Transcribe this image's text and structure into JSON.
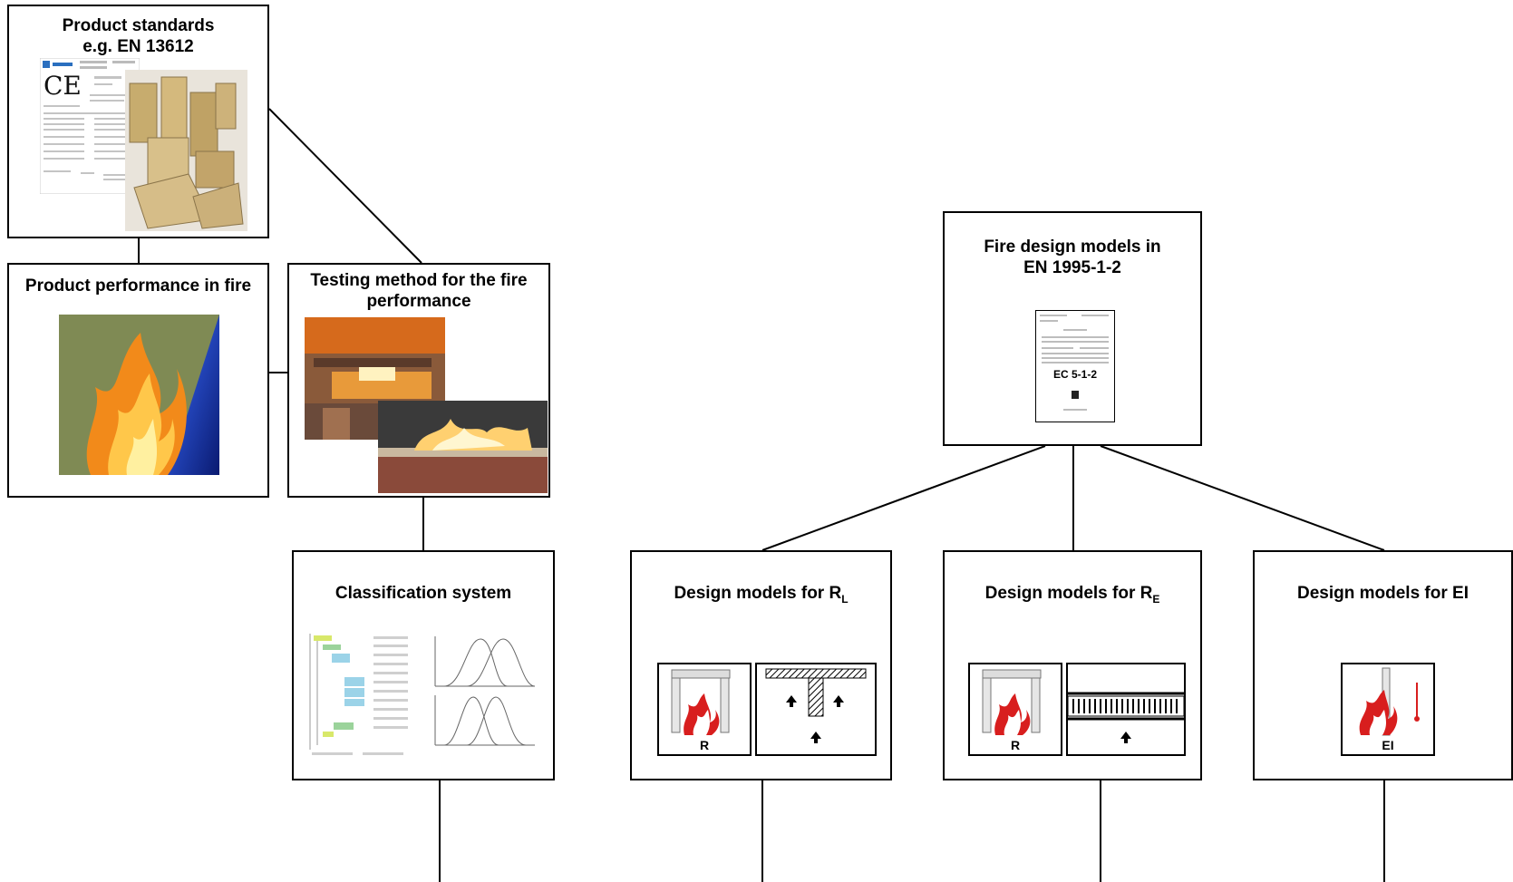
{
  "product_standards": {
    "title_line1": "Product standards",
    "title_line2": "e.g. EN 13612"
  },
  "product_performance": {
    "title": "Product performance in fire"
  },
  "testing_method": {
    "title_line1": "Testing method for the fire",
    "title_line2": "performance"
  },
  "classification": {
    "title": "Classification system"
  },
  "fire_design_models": {
    "title_line1": "Fire design models in",
    "title_line2": "EN 1995-1-2",
    "doc_label": "EC 5-1-2"
  },
  "design_rl": {
    "title_prefix": "Design models for R",
    "title_sub": "L",
    "icon_label": "R"
  },
  "design_re": {
    "title_prefix": "Design models for R",
    "title_sub": "E",
    "icon_label": "R"
  },
  "design_ei": {
    "title": "Design models for EI",
    "icon_label": "EI"
  },
  "colors": {
    "flame_orange": "#f28a1a",
    "flame_red": "#d81e1e",
    "wood": "#c9a96a",
    "blue_accent": "#1d3fd6"
  }
}
